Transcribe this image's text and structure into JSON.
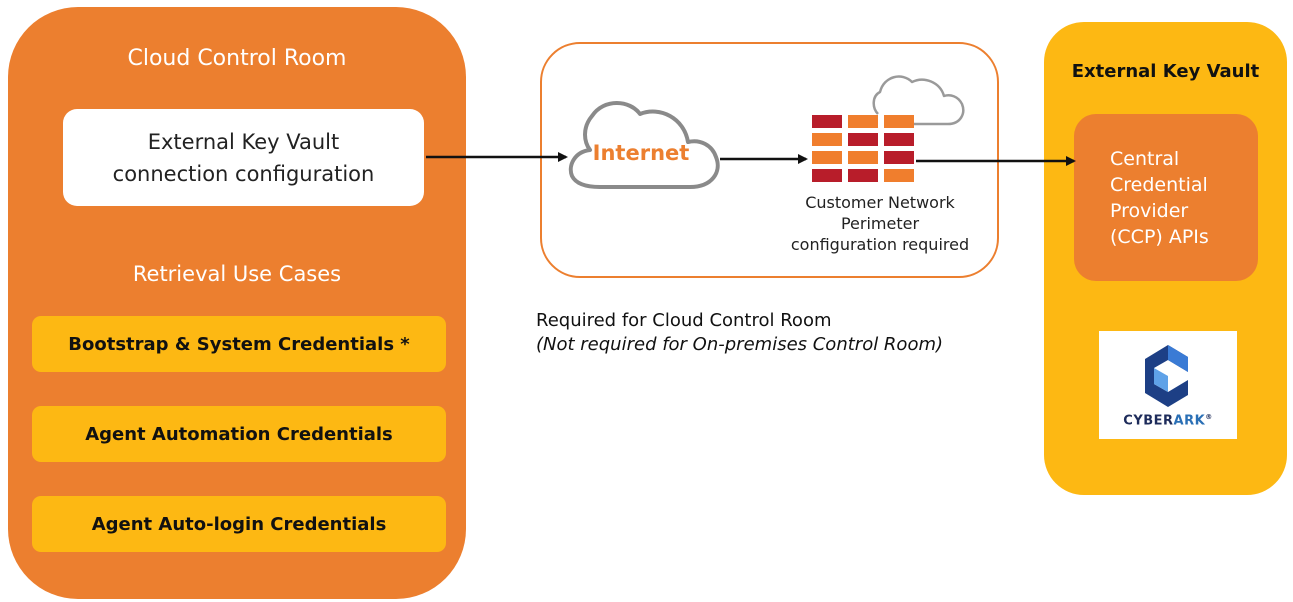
{
  "cloud_control_room": {
    "title": "Cloud Control Room",
    "config_box": "External Key Vault\nconnection configuration",
    "retrieval_title": "Retrieval Use Cases",
    "use_cases": [
      "Bootstrap & System Credentials *",
      "Agent Automation Credentials",
      "Agent Auto-login Credentials"
    ]
  },
  "network": {
    "internet_label": "Internet",
    "firewall_caption": "Customer Network\nPerimeter\nconfiguration required",
    "required_note": "Required for Cloud Control Room",
    "not_required_note": "(Not required for On-premises Control Room)"
  },
  "external_key_vault": {
    "title": "External Key Vault",
    "ccp_text": "Central\nCredential\nProvider\n(CCP) APIs",
    "logo_text_a": "CYBER",
    "logo_text_b": "ARK",
    "logo_reg": "®"
  },
  "colors": {
    "orange": "#EC7F2F",
    "yellow": "#FDB813",
    "brick_red": "#B81D2A",
    "brick_orange": "#F07E2D"
  }
}
